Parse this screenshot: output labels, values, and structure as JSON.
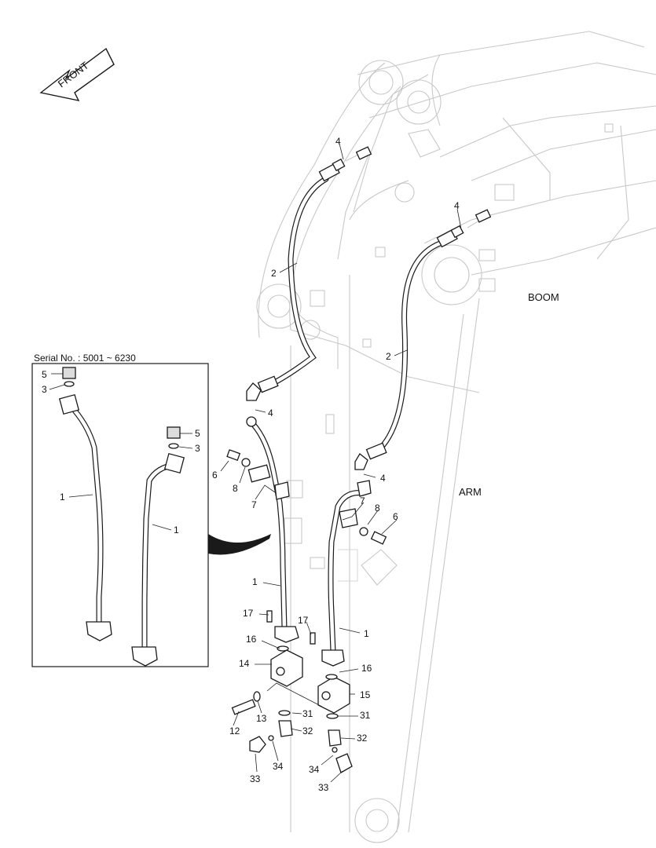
{
  "front_arrow": {
    "label": "FRONT"
  },
  "regions": {
    "boom": "BOOM",
    "arm": "ARM"
  },
  "inset": {
    "serial": "Serial No. : 5001 ~ 6230"
  },
  "callouts": {
    "c2a": "2",
    "c2b": "2",
    "c4a": "4",
    "c4b": "4",
    "c4c": "4",
    "c4d": "4",
    "c6a": "6",
    "c6b": "6",
    "c8a": "8",
    "c8b": "8",
    "c7a": "7",
    "c7b": "7",
    "c1a": "1",
    "c1b": "1",
    "c17a": "17",
    "c17b": "17",
    "c16a": "16",
    "c16b": "16",
    "c14": "14",
    "c15": "15",
    "c13": "13",
    "c12": "12",
    "c31a": "31",
    "c31b": "31",
    "c32a": "32",
    "c32b": "32",
    "c34a": "34",
    "c34b": "34",
    "c33a": "33",
    "c33b": "33",
    "i5a": "5",
    "i3a": "3",
    "i1a": "1",
    "i5b": "5",
    "i3b": "3",
    "i1b": "1"
  },
  "colors": {
    "line": "#1a1a1a",
    "faint_structure": "#c8c8c8",
    "background": "#ffffff"
  }
}
